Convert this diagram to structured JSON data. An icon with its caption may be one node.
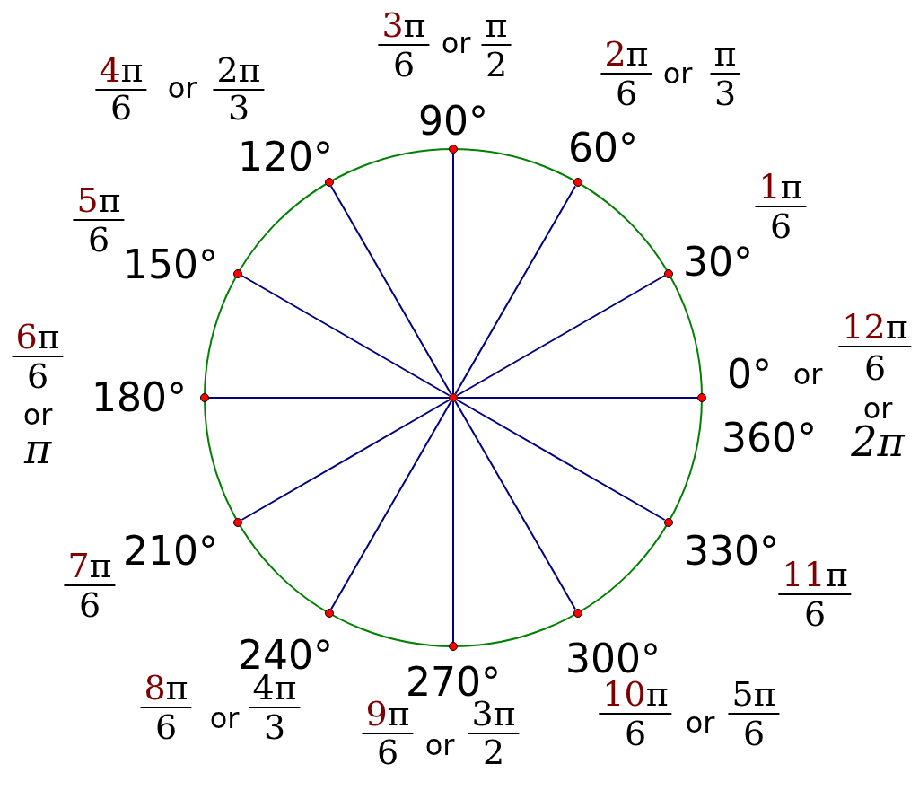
{
  "diagram": {
    "nodes": [
      {
        "text": [],
        "shape": "circle"
      },
      {
        "text": [],
        "shape": "circle",
        "beside": [
          "0°",
          "or",
          "12π",
          "6",
          "or",
          "360°",
          "2π"
        ]
      },
      {
        "text": [],
        "shape": "circle",
        "beside": [
          "30°",
          "1π",
          "6"
        ]
      },
      {
        "text": [],
        "shape": "circle",
        "beside": [
          "60°",
          "2π",
          "6",
          "or",
          "π",
          "3"
        ]
      },
      {
        "text": [],
        "shape": "circle",
        "beside": [
          "90°",
          "3π",
          "6",
          "or",
          "π",
          "2"
        ]
      },
      {
        "text": [],
        "shape": "circle",
        "beside": [
          "120°",
          "4π",
          "6",
          "or",
          "2π",
          "3"
        ]
      },
      {
        "text": [],
        "shape": "circle",
        "beside": [
          "150°",
          "5π",
          "6"
        ]
      },
      {
        "text": [],
        "shape": "circle",
        "beside": [
          "180°",
          "6π",
          "6",
          "or",
          "π"
        ]
      },
      {
        "text": [],
        "shape": "circle",
        "beside": [
          "210°",
          "7π",
          "6"
        ]
      },
      {
        "text": [],
        "shape": "circle",
        "beside": [
          "240°",
          "8π",
          "6",
          "or",
          "4π",
          "3"
        ]
      },
      {
        "text": [],
        "shape": "circle",
        "beside": [
          "270°",
          "9π",
          "6",
          "or",
          "3π",
          "2"
        ]
      },
      {
        "text": [],
        "shape": "circle",
        "beside": [
          "300°",
          "10π",
          "6",
          "or",
          "5π",
          "6"
        ]
      },
      {
        "text": [],
        "shape": "circle",
        "beside": [
          "330°",
          "11π",
          "6"
        ]
      }
    ],
    "edges": [
      {
        "from": 0,
        "to": 1,
        "arrow": "none"
      },
      {
        "from": 0,
        "to": 2,
        "arrow": "none"
      },
      {
        "from": 0,
        "to": 3,
        "arrow": "none"
      },
      {
        "from": 0,
        "to": 4,
        "arrow": "none"
      },
      {
        "from": 0,
        "to": 5,
        "arrow": "none"
      },
      {
        "from": 0,
        "to": 6,
        "arrow": "none"
      },
      {
        "from": 0,
        "to": 7,
        "arrow": "none"
      },
      {
        "from": 0,
        "to": 8,
        "arrow": "none"
      },
      {
        "from": 0,
        "to": 9,
        "arrow": "none"
      },
      {
        "from": 0,
        "to": 10,
        "arrow": "none"
      },
      {
        "from": 0,
        "to": 11,
        "arrow": "none"
      },
      {
        "from": 0,
        "to": 12,
        "arrow": "none"
      }
    ]
  }
}
